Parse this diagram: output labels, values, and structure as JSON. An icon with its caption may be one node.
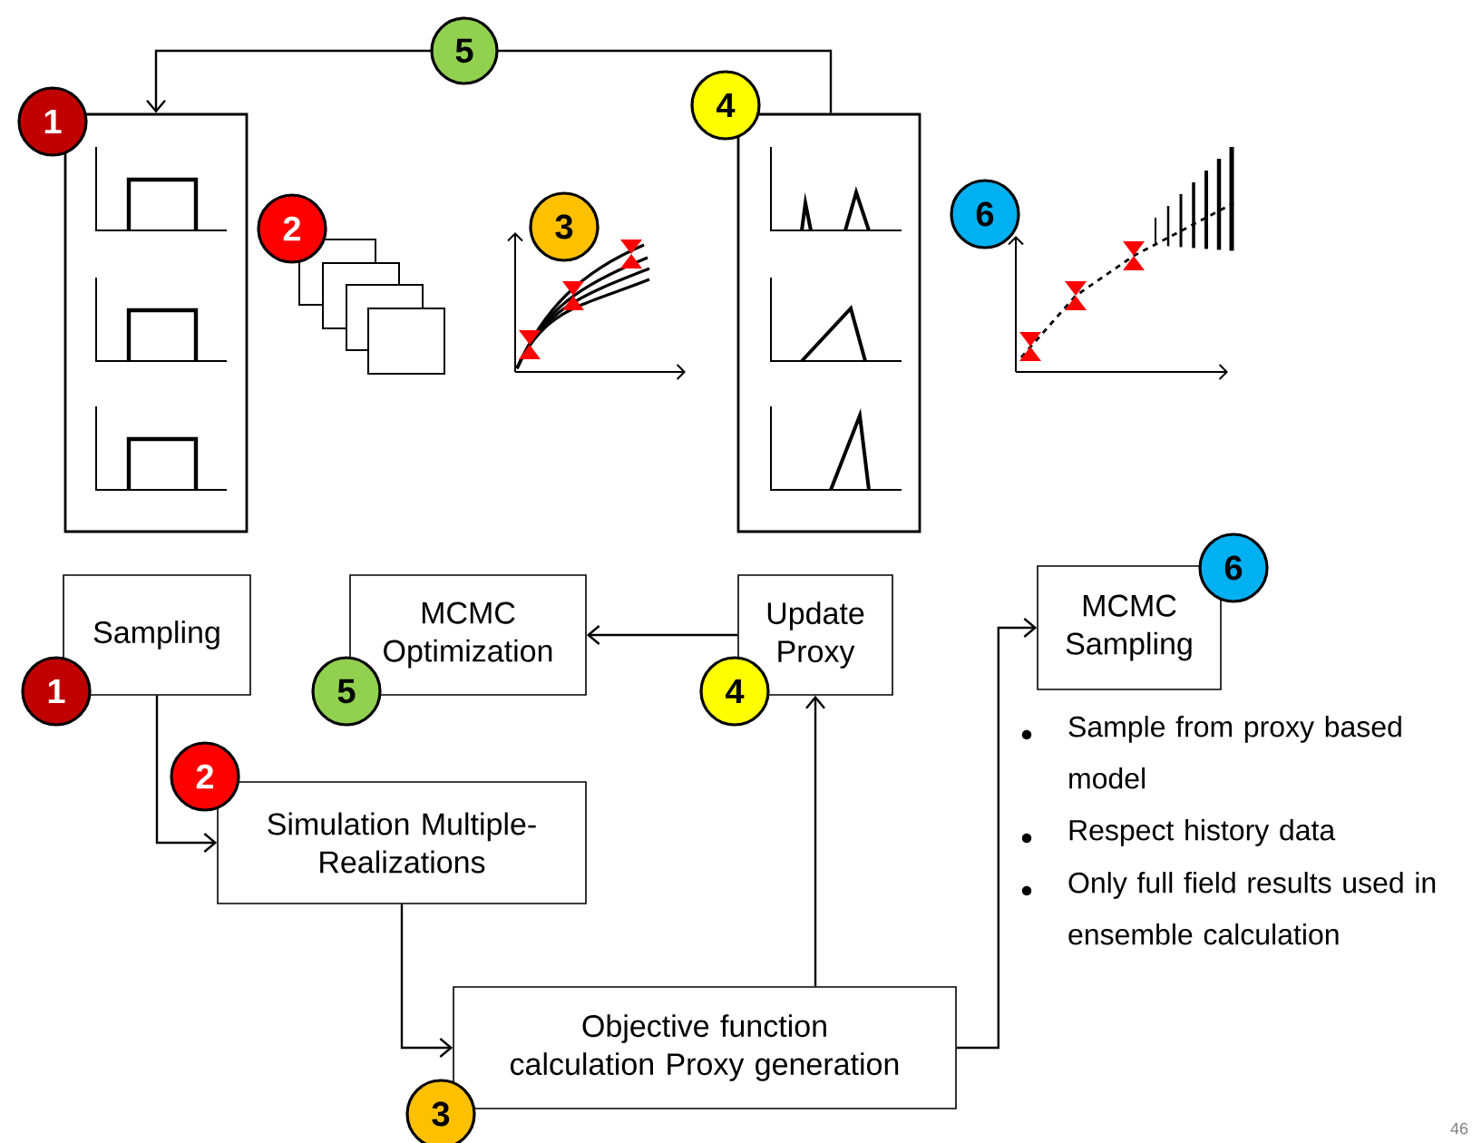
{
  "diagram": {
    "nodes": [
      {
        "text": [],
        "shape": "box",
        "beside": [
          "1"
        ]
      },
      {
        "text": [],
        "shape": "picture",
        "beside": [
          "2"
        ]
      },
      {
        "text": [],
        "shape": "picture",
        "beside": [
          "3"
        ]
      },
      {
        "text": [],
        "shape": "box",
        "beside": [
          "4"
        ]
      },
      {
        "text": [],
        "shape": "picture",
        "beside": [
          "6"
        ]
      },
      {
        "text": [
          "Sampling"
        ],
        "beside": [
          "1"
        ]
      },
      {
        "text": [
          "MCMC Optimization"
        ],
        "beside": [
          "5"
        ]
      },
      {
        "text": [
          "Update Proxy"
        ],
        "beside": [
          "4"
        ]
      },
      {
        "text": [
          "Simulation Multiple-Realizations"
        ],
        "beside": [
          "2"
        ]
      },
      {
        "text": [
          "Objective function calculation Proxy generation"
        ],
        "beside": [
          "3"
        ]
      },
      {
        "text": [
          "MCMC Sampling"
        ],
        "beside": [
          "6"
        ]
      }
    ],
    "edges": [
      {
        "from": 3,
        "to": 0,
        "arrow": "to",
        "label": "5"
      },
      {
        "from": 5,
        "to": 8,
        "arrow": "to"
      },
      {
        "from": 8,
        "to": 9,
        "arrow": "to"
      },
      {
        "from": 9,
        "to": 7,
        "arrow": "to"
      },
      {
        "from": 7,
        "to": 6,
        "arrow": "to"
      },
      {
        "from": 9,
        "to": 10,
        "arrow": "to"
      }
    ],
    "labels": [
      "Sample from proxy based model",
      "Respect history data",
      "Only full field results used in ensemble calculation",
      "46"
    ]
  }
}
